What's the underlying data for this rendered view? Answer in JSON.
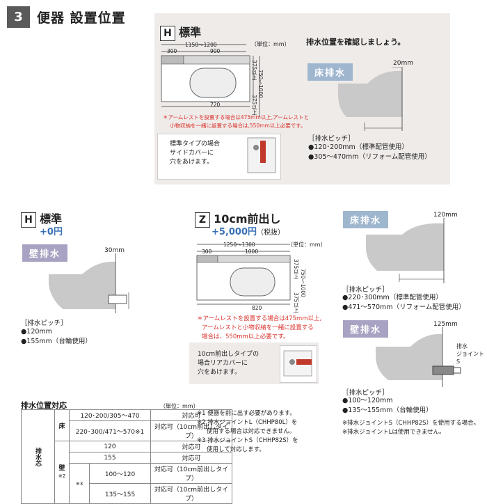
{
  "section": {
    "number": "3",
    "title": "便器 設置位置"
  },
  "top_panel": {
    "code": "H",
    "label": "標準",
    "unit": "（単位：mm）",
    "dims": {
      "total": "1150〜1200",
      "left": "300",
      "right": "900",
      "width": "720",
      "side1": "375以上",
      "side2": "375以上",
      "depth": "750〜1000"
    },
    "note_line1": "＊アームレストを設置する場合は475mm以上,アームレストと",
    "note_line2": "小物収納を一緒に設置する場合は,550mm以上必要です。",
    "callout": [
      "標準タイプの場合",
      "サイドカバーに",
      "穴をあけます。"
    ],
    "drain_heading": "排水位置を確認しましょう。",
    "floor_badge": "床排水",
    "floor_dim": "20mm",
    "pitch_title": "［排水ピッチ］",
    "pitch": [
      "●120･200mm（標準配管使用）",
      "●305〜470mm（リフォーム配管使用）"
    ]
  },
  "left_block": {
    "code": "H",
    "label": "標準",
    "price": "+0円",
    "badge": "壁排水",
    "dim": "30mm",
    "pitch_title": "［排水ピッチ］",
    "pitch": [
      "●120mm",
      "●155mm（台輪使用）"
    ]
  },
  "mid_block": {
    "code": "Z",
    "label": "10cm前出し",
    "price": "+5,000円",
    "tax": "（税抜）",
    "unit": "（単位：mm）",
    "dims": {
      "total": "1250〜1300",
      "left": "300",
      "right": "1000",
      "width": "820",
      "side1": "375以上",
      "side2": "375以上",
      "depth": "750〜1000"
    },
    "note": [
      "＊アームレストを設置する場合は475mm以上,",
      "アームレストと小物収納を一緒に設置する",
      "場合は、550mm以上必要です。"
    ],
    "callout": [
      "10cm前出しタイプの",
      "場合リアカバーに",
      "穴をあけます。"
    ]
  },
  "right_block": {
    "floor_badge": "床排水",
    "floor_dim": "120mm",
    "floor_pitch_title": "［排水ピッチ］",
    "floor_pitch": [
      "●220･300mm（標準配管使用）",
      "●471〜570mm（リフォーム配管使用）"
    ],
    "wall_badge": "壁排水",
    "wall_dim": "125mm",
    "joint_label": [
      "排水",
      "ジョイント",
      "S"
    ],
    "wall_pitch_title": "［排水ピッチ］",
    "wall_pitch": [
      "●100〜120mm",
      "●135〜155mm（台輪使用）"
    ],
    "footnotes": [
      "※排水ジョイントS（CHHP82S）を使用する場合。",
      "※排水ジョイントLは使用できません。"
    ]
  },
  "table": {
    "title": "排水位置対応",
    "unit": "（単位：mm）",
    "side_label": "排水芯",
    "floor_label": "床",
    "wall_label": "壁",
    "note2": "※2",
    "note3": "※3",
    "rows": [
      {
        "value": "120･200/305〜470",
        "status": "対応可"
      },
      {
        "value": "220･300/471〜570※1",
        "status": "対応可（10cm前出しタイプ）"
      },
      {
        "value": "120",
        "status": "対応可"
      },
      {
        "value": "155",
        "status": "対応可"
      },
      {
        "value": "100〜120",
        "status": "対応可（10cm前出しタイプ）"
      },
      {
        "value": "135〜155",
        "status": "対応可（10cm前出しタイプ）"
      }
    ]
  },
  "footnotes": [
    [
      "※1 便器を前に出す必要があります。"
    ],
    [
      "※2 排水ジョイントL（CHHP80L）を",
      "使用する場合は対応できません。"
    ],
    [
      "※3 排水ジョイントS（CHHP82S）を",
      "使用して対応します。"
    ]
  ]
}
